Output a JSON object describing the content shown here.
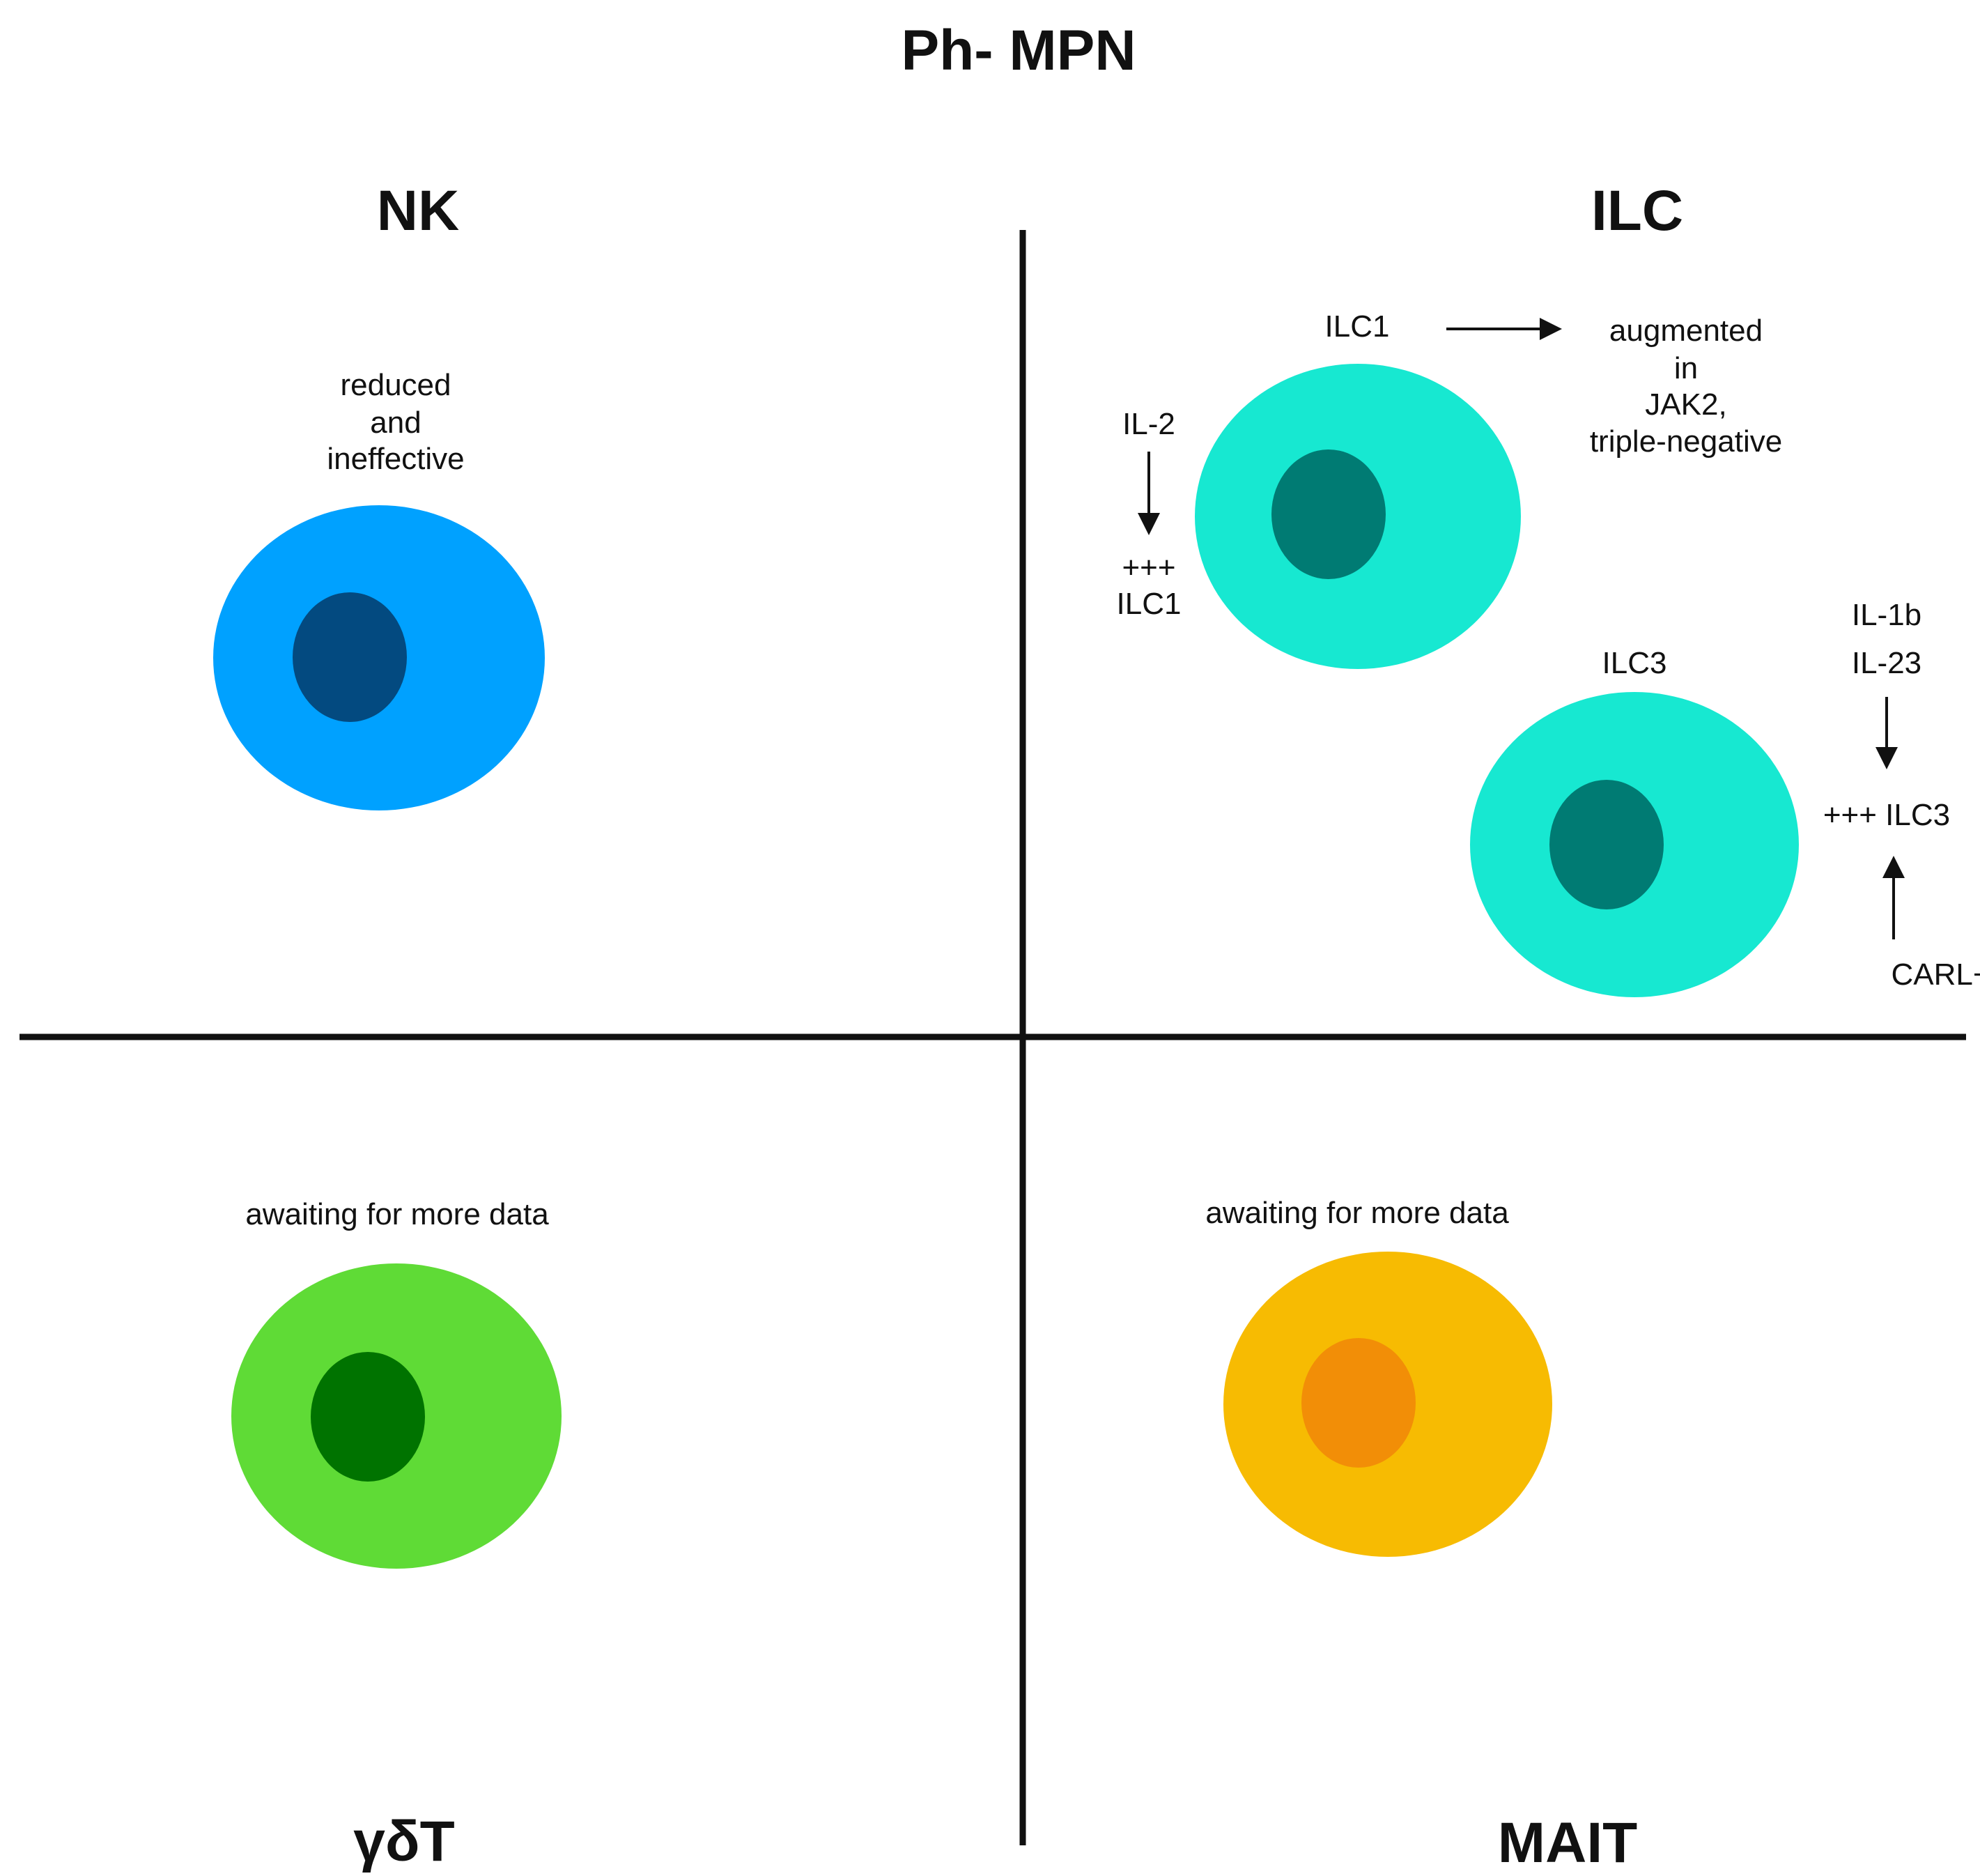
{
  "title": "Ph- MPN",
  "quadrants": {
    "nk": {
      "title": "NK",
      "note": [
        "reduced",
        "and",
        "ineffective"
      ],
      "cell": {
        "outer_color": "#00a1ff",
        "inner_color": "#034a80"
      }
    },
    "ilc": {
      "title": "ILC",
      "ilc1": {
        "label": "ILC1",
        "effect": [
          "augmented",
          "in",
          "JAK2,",
          "triple-negative"
        ],
        "stimulus": "IL-2",
        "result": [
          "+++",
          "ILC1"
        ],
        "cell": {
          "outer_color": "#17e8d1",
          "inner_color": "#007b73"
        }
      },
      "ilc3": {
        "label": "ILC3",
        "stimuli": [
          "IL-1b",
          "IL-23"
        ],
        "result": "+++ ILC3",
        "mutation": "CARL+",
        "cell": {
          "outer_color": "#17e8d1",
          "inner_color": "#007b73"
        }
      }
    },
    "gdt": {
      "title": "γδT",
      "note": "awaiting for more data",
      "cell": {
        "outer_color": "#5fdb36",
        "inner_color": "#007300"
      }
    },
    "mait": {
      "title": "MAIT",
      "note": "awaiting for more data",
      "cell": {
        "outer_color": "#f7bb02",
        "inner_color": "#f28e07"
      }
    }
  }
}
